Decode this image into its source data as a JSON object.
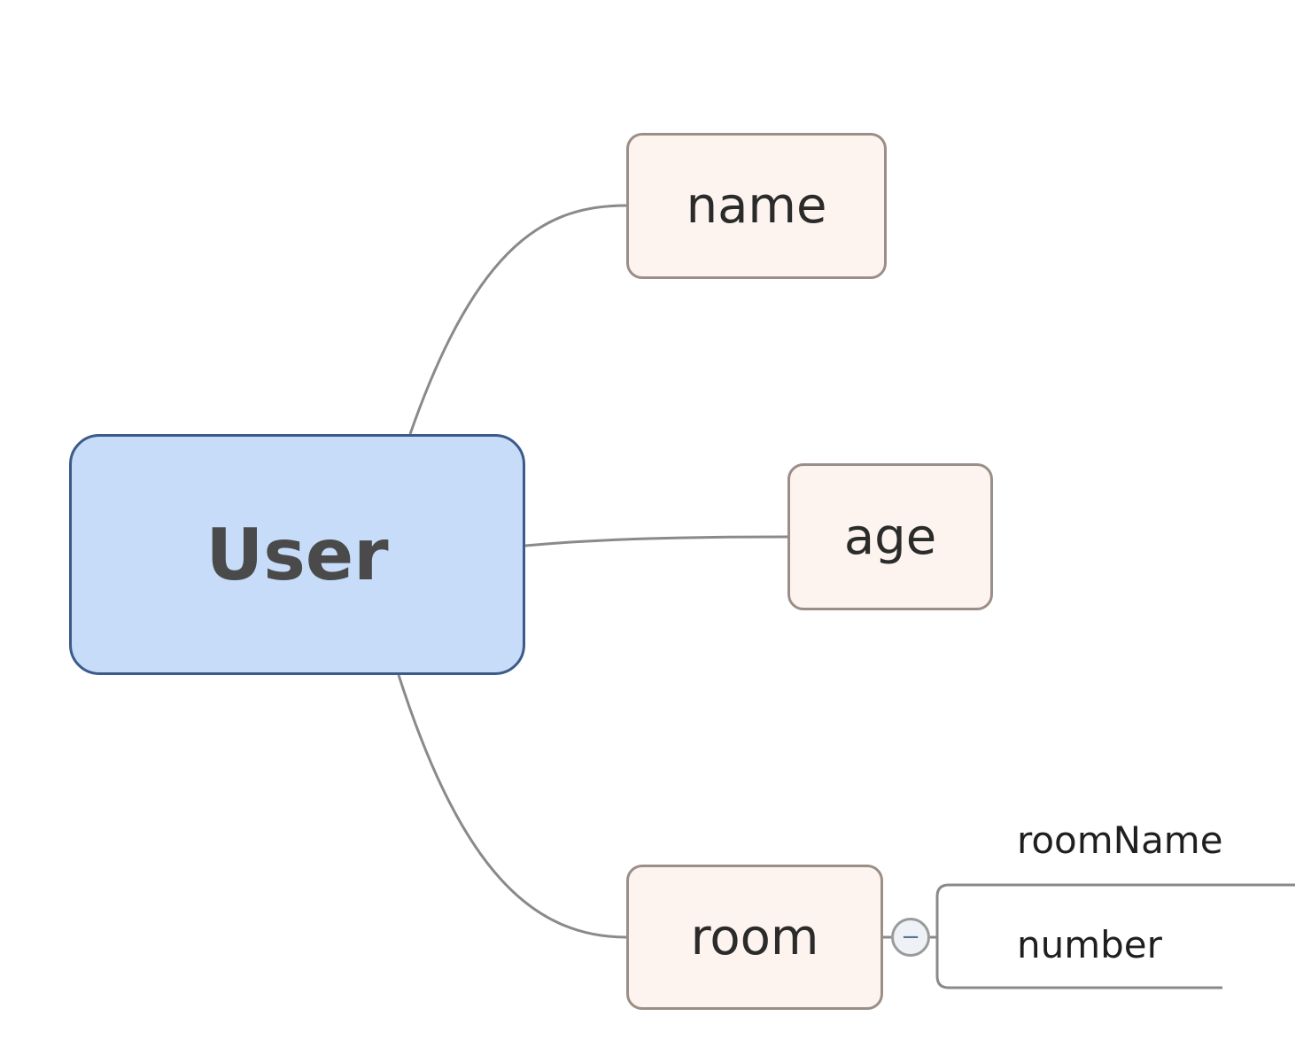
{
  "diagram": {
    "root": {
      "label": "User",
      "fill": "#c6dcf9",
      "border": "#3c5a8a"
    },
    "topics": [
      {
        "id": "name",
        "label": "name"
      },
      {
        "id": "age",
        "label": "age"
      },
      {
        "id": "room",
        "label": "room",
        "collapse_toggle": "−",
        "subtopics": [
          {
            "label": "roomName"
          },
          {
            "label": "number"
          }
        ]
      }
    ],
    "topic_fill": "#fdf4ef",
    "topic_border": "#9b8e87",
    "connector_color": "#8a8a8a"
  }
}
